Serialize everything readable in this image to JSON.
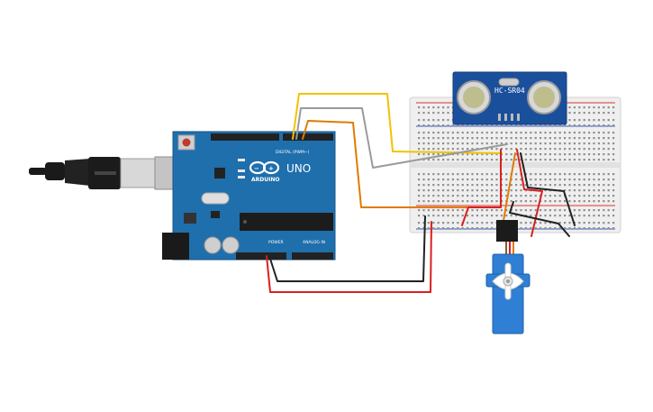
{
  "arduino": {
    "brand": "ARDUINO",
    "model": "UNO",
    "digital_label": "DIGITAL (PWM~)",
    "power_label": "POWER",
    "analog_label": "ANALOG IN",
    "board_color": "#1f6fad"
  },
  "sensor": {
    "model": "HC-SR04",
    "board_color": "#1a4f9c"
  },
  "servo": {
    "body_color": "#2f7fd4"
  },
  "wires": {
    "colors": {
      "yellow": "#f2c200",
      "gray": "#9a9a9a",
      "orange": "#e07b00",
      "black": "#222222",
      "red": "#d92020"
    }
  },
  "breadboard": {
    "body_color": "#efefef"
  }
}
